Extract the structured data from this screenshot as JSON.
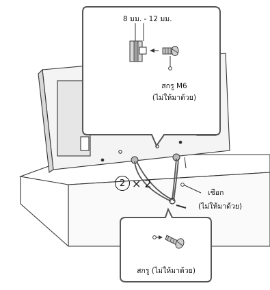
{
  "callout_top": {
    "dimension_label": "8 มม. - 12 มม.",
    "screw_label": "สกรู M6",
    "screw_note": "(ไม่ให้มาด้วย)"
  },
  "badge": {
    "number": "2",
    "multiplier": "× 2"
  },
  "rope": {
    "label": "เชือก",
    "note": "(ไม่ให้มาด้วย)"
  },
  "callout_bottom": {
    "screw_label": "สกรู (ไม่ให้มาด้วย)"
  },
  "colors": {
    "line": "#333333",
    "fill_light": "#f2f2f2",
    "fill_mid": "#d9d9d9",
    "screw_fill": "#bfbfbf"
  }
}
